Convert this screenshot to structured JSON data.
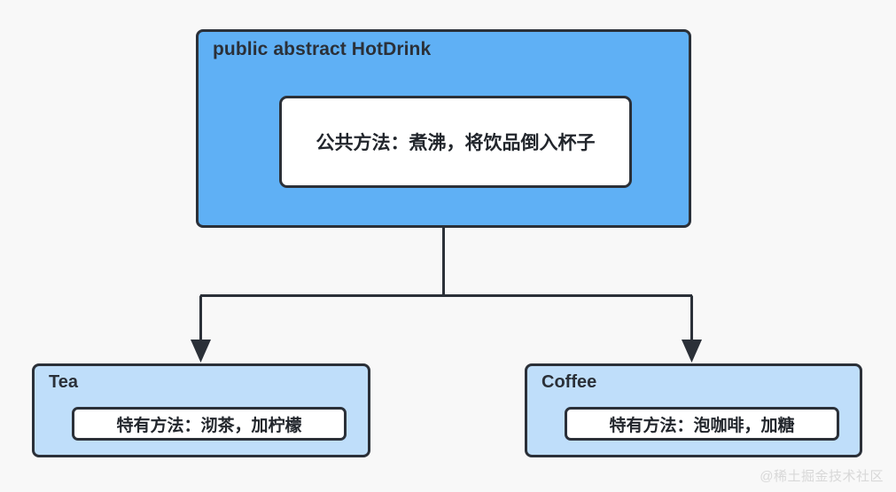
{
  "diagram": {
    "background_color": "#f8f8f8",
    "line_color": "#2b3038",
    "parent": {
      "fill_color": "#5fb0f5",
      "title": "public abstract HotDrink",
      "method_box": {
        "fill_color": "#ffffff",
        "text": "公共方法：煮沸，将饮品倒入杯子"
      }
    },
    "children": [
      {
        "fill_color": "#bfdefa",
        "title": "Tea",
        "method_box": {
          "fill_color": "#ffffff",
          "text": "特有方法：沏茶，加柠檬"
        }
      },
      {
        "fill_color": "#bfdefa",
        "title": "Coffee",
        "method_box": {
          "fill_color": "#ffffff",
          "text": "特有方法：泡咖啡，加糖"
        }
      }
    ]
  },
  "watermark": {
    "text": "@稀土掘金技术社区"
  }
}
